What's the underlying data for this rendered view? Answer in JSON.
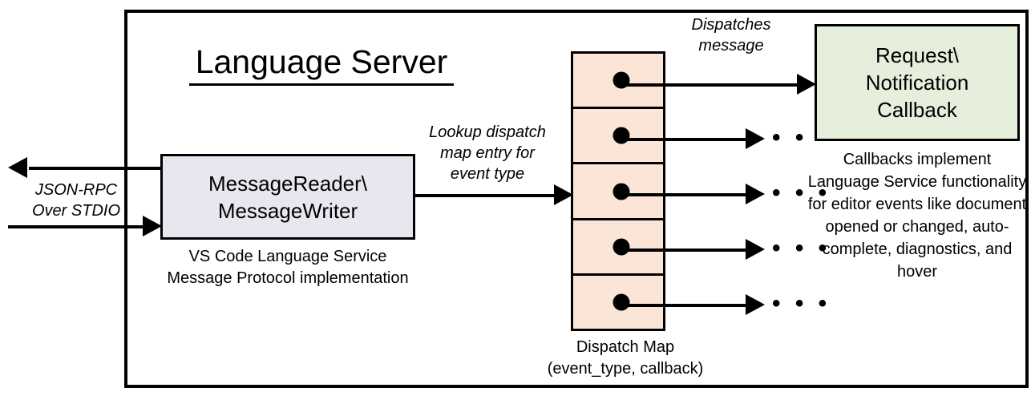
{
  "diagram": {
    "title": "Language Server",
    "container_label": "Language Server"
  },
  "boxes": {
    "message_reader": {
      "label": "MessageReader\\\nMessageWriter",
      "caption": "VS Code Language Service\nMessage Protocol implementation",
      "fill": "#EAE6F0"
    },
    "callback": {
      "label": "Request\\\nNotification\nCallback",
      "caption": "Callbacks implement Language Service functionality for editor events like document opened or changed, auto-complete, diagnostics, and hover",
      "fill": "#E6EFDC"
    },
    "dispatch_map": {
      "caption": "Dispatch Map\n(event_type, callback)",
      "fill": "#FBE5D6",
      "cell_count": 5,
      "cells": [
        {
          "entry": "dot"
        },
        {
          "entry": "dot"
        },
        {
          "entry": "dot"
        },
        {
          "entry": "dot"
        },
        {
          "entry": "dot"
        }
      ]
    }
  },
  "edges": {
    "stdio": "JSON-RPC\nOver STDIO",
    "lookup": "Lookup dispatch\nmap entry for\nevent type",
    "dispatches": "Dispatches\nmessage"
  },
  "ellipsis": {
    "glyph": "• • •",
    "rows": [
      "• • •",
      "• • •",
      "• • •",
      "• • •"
    ]
  },
  "colors": {
    "stroke": "#000000",
    "background": "#FFFFFF",
    "reader_fill": "#EAE6F0",
    "callback_fill": "#E6EFDC",
    "dispatch_fill": "#FBE5D6"
  }
}
